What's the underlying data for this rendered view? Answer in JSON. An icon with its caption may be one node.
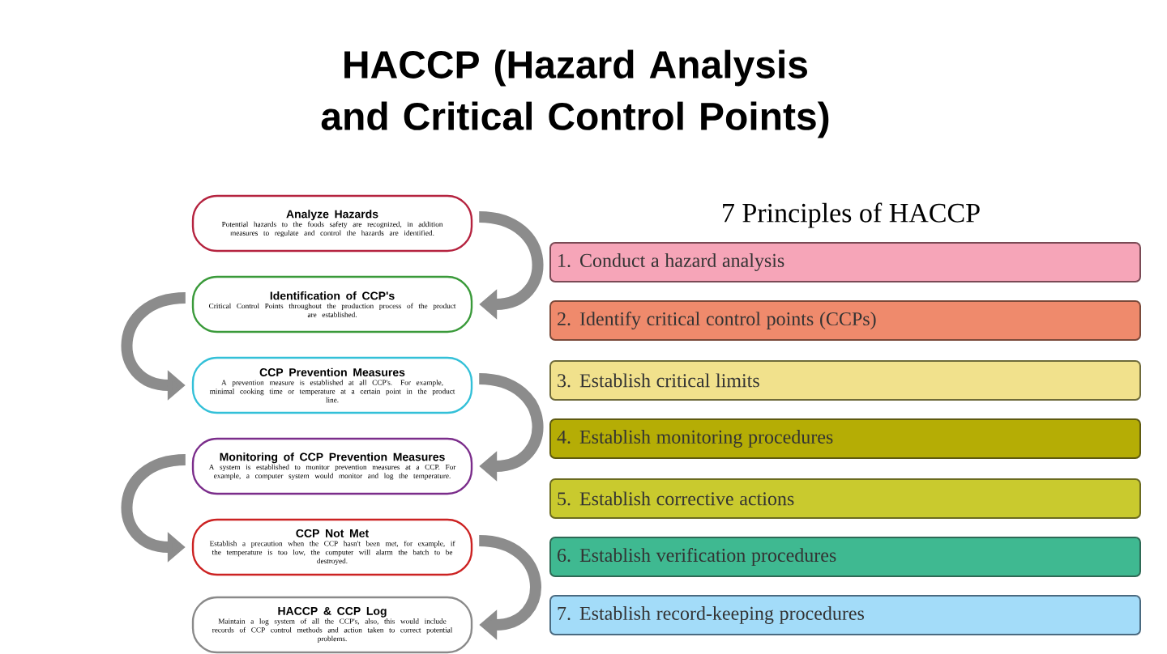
{
  "diagram": {
    "title": "HACCP (Hazard Analysis and Critical Control Points)",
    "nodes": [
      {
        "text": [
          "Analyze Hazards",
          "Potential hazards to the foods safety are recognized, in addition measures to regulate and control the hazards are identified."
        ]
      },
      {
        "text": [
          "Identification of CCP's",
          "Critical Control Points throughout the production process of the product are established."
        ]
      },
      {
        "text": [
          "CCP Prevention Measures",
          "A prevention measure is established at all CCP's. For example, minimal cooking time or temperature at a certain point in the product line."
        ]
      },
      {
        "text": [
          "Monitoring of CCP Prevention Measures",
          "A system is established to monitor prevention measures at a CCP. For example, a computer system would monitor and log the temperature."
        ]
      },
      {
        "text": [
          "CCP Not Met",
          "Establish a precaution when the CCP hasn't been met, for example, if the temperature is too low, the computer will alarm the batch to be destroyed."
        ]
      },
      {
        "text": [
          "HACCP & CCP Log",
          "Maintain a log system of all the CCP's, also, this would include records of CCP control methods and action taken to correct potential problems."
        ]
      },
      {
        "text": [
          "1. Conduct a hazard analysis"
        ]
      },
      {
        "text": [
          "2. Identify critical control points (CCPs)"
        ]
      },
      {
        "text": [
          "3. Establish critical limits"
        ]
      },
      {
        "text": [
          "4. Establish monitoring procedures"
        ]
      },
      {
        "text": [
          "5. Establish corrective actions"
        ]
      },
      {
        "text": [
          "6. Establish verification procedures"
        ]
      },
      {
        "text": [
          "7. Establish record-keeping procedures"
        ]
      }
    ],
    "edges": [
      {
        "from": 0,
        "to": 1,
        "arrow": "to"
      },
      {
        "from": 1,
        "to": 2,
        "arrow": "to"
      },
      {
        "from": 2,
        "to": 3,
        "arrow": "to"
      },
      {
        "from": 3,
        "to": 4,
        "arrow": "to"
      },
      {
        "from": 4,
        "to": 5,
        "arrow": "to"
      }
    ],
    "labels": [
      "7 Principles of HACCP"
    ]
  }
}
